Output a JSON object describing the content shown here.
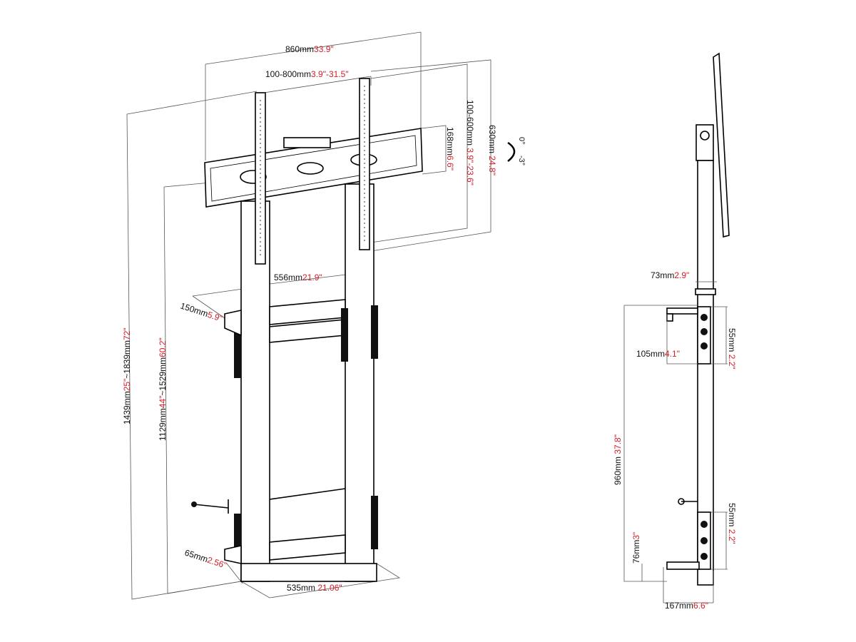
{
  "front_view": {
    "width_total": {
      "mm": "860mm",
      "in": "33.9\""
    },
    "vesa_horizontal": {
      "mm": "100-800mm",
      "in": "3.9\"-31.5\""
    },
    "vesa_vertical": {
      "mm": "100-600mm",
      "in": "3.9\"-23.6\""
    },
    "plate_height": {
      "mm": "168mm",
      "in": "6.6\""
    },
    "arm_height": {
      "mm": "630mm",
      "in": "24.8\""
    },
    "tilt": {
      "a": "0°",
      "b": "-3°"
    },
    "pole_spacing": {
      "mm": "556mm",
      "in": "21.9\""
    },
    "bracket_depth": {
      "mm": "150mm",
      "in": "5.9\""
    },
    "total_height": {
      "mm1": "1439mm",
      "in1": "25\"",
      "sep": "~",
      "mm2": "1839mm",
      "in2": "72\""
    },
    "center_height": {
      "mm1": "1129mm",
      "in1": "44\"",
      "sep": "~",
      "mm2": "1529mm",
      "in2": "60.2\""
    },
    "foot_depth": {
      "mm": "65mm",
      "in": "2.56\""
    },
    "base_width": {
      "mm": "535mm",
      "in": "21.06\""
    }
  },
  "side_view": {
    "pole_depth": {
      "mm": "73mm",
      "in": "2.9\""
    },
    "upper_bracket_height": {
      "mm": "55mm",
      "in": "2.2\""
    },
    "bracket_offset": {
      "mm": "105mm",
      "in": "4.1\""
    },
    "bracket_spacing": {
      "mm": "960mm",
      "in": "37.8\""
    },
    "lower_bracket_height": {
      "mm": "55mm",
      "in": "2.2\""
    },
    "floor_clearance": {
      "mm": "76mm",
      "in": "3\""
    },
    "base_depth": {
      "mm": "167mm",
      "in": "6.6\""
    }
  },
  "colors": {
    "imperial": "#d0202a",
    "metric": "#111111",
    "line": "#000000"
  }
}
